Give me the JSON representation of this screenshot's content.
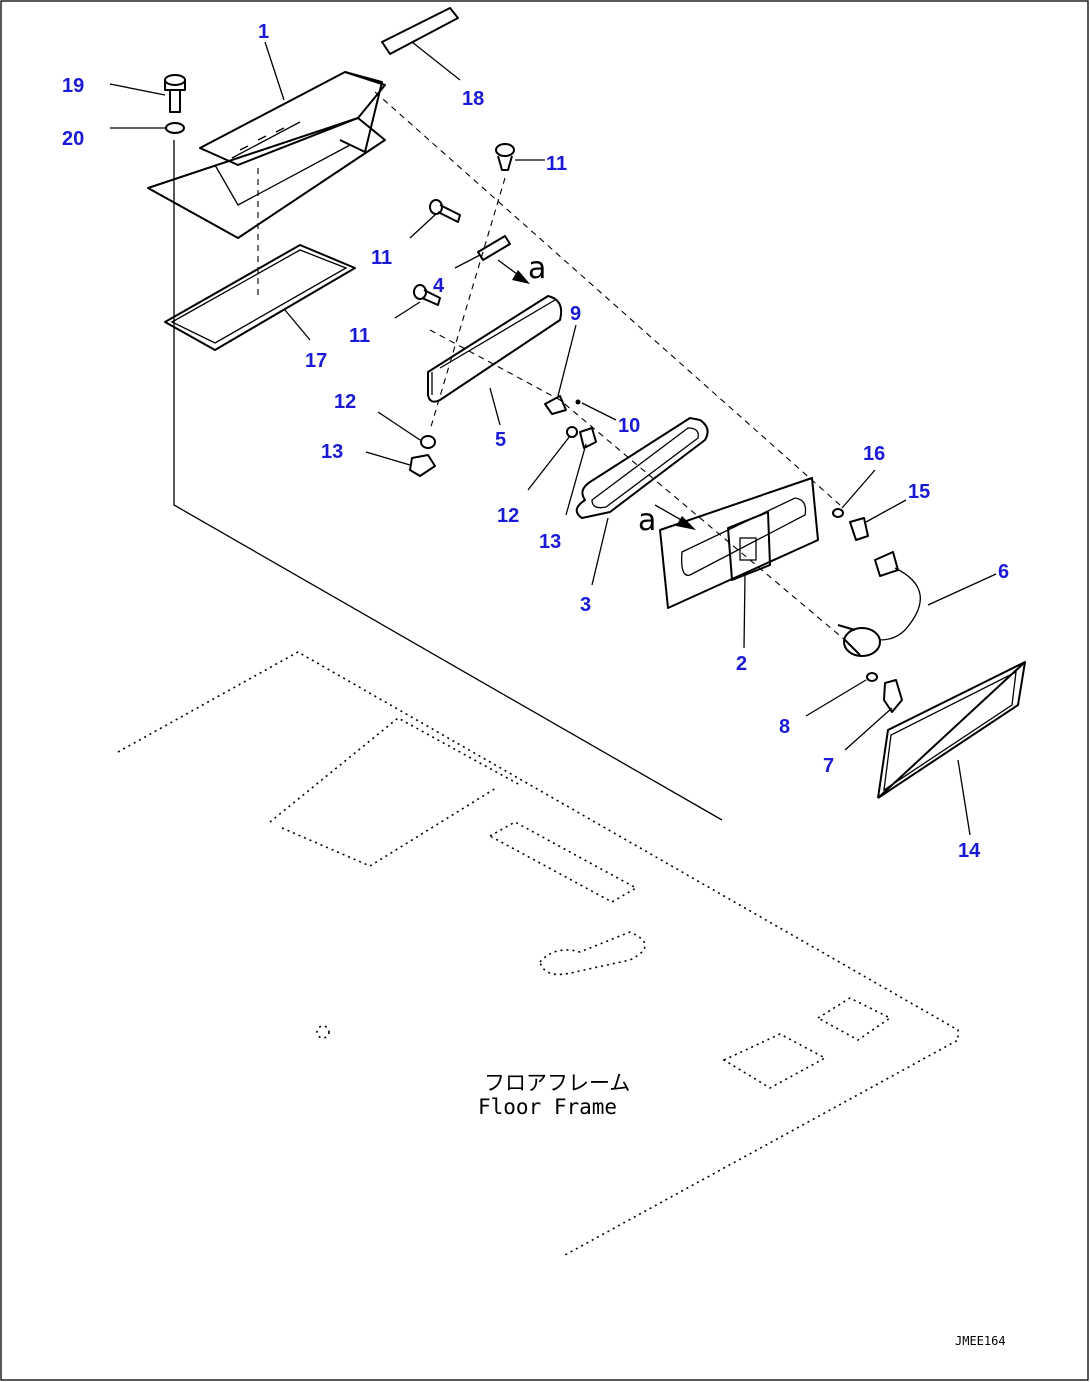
{
  "callouts": [
    {
      "id": "1",
      "label": "1"
    },
    {
      "id": "2",
      "label": "2"
    },
    {
      "id": "3",
      "label": "3"
    },
    {
      "id": "4",
      "label": "4"
    },
    {
      "id": "5",
      "label": "5"
    },
    {
      "id": "6",
      "label": "6"
    },
    {
      "id": "7",
      "label": "7"
    },
    {
      "id": "8",
      "label": "8"
    },
    {
      "id": "9",
      "label": "9"
    },
    {
      "id": "10",
      "label": "10"
    },
    {
      "id": "11a",
      "label": "11"
    },
    {
      "id": "11b",
      "label": "11"
    },
    {
      "id": "11c",
      "label": "11"
    },
    {
      "id": "12a",
      "label": "12"
    },
    {
      "id": "12b",
      "label": "12"
    },
    {
      "id": "13a",
      "label": "13"
    },
    {
      "id": "13b",
      "label": "13"
    },
    {
      "id": "14",
      "label": "14"
    },
    {
      "id": "15",
      "label": "15"
    },
    {
      "id": "16",
      "label": "16"
    },
    {
      "id": "17",
      "label": "17"
    },
    {
      "id": "18",
      "label": "18"
    },
    {
      "id": "19",
      "label": "19"
    },
    {
      "id": "20",
      "label": "20"
    }
  ],
  "reference_marks": {
    "a1": "a",
    "a2": "a"
  },
  "floor_label": {
    "jp": "フロアフレーム",
    "en": "Floor Frame"
  },
  "drawing_code": "JMEE164"
}
